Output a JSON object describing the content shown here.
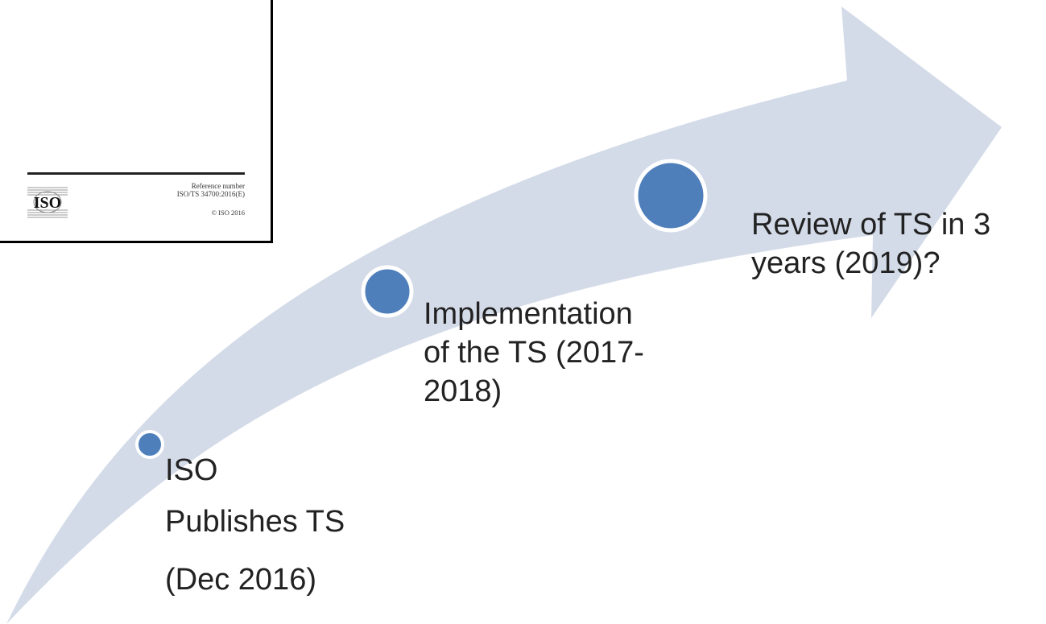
{
  "cover": {
    "logo_text": "ISO",
    "reference_label": "Reference number",
    "reference_number": "ISO/TS 34700:2016(E)",
    "copyright": "© ISO 2016"
  },
  "timeline": {
    "arrow_color": "#d4dbe8",
    "dot_color": "#4f7fbb",
    "dot_border_color": "#ffffff",
    "milestones": [
      {
        "lines": [
          "ISO",
          "Publishes TS",
          "(Dec 2016)"
        ]
      },
      {
        "lines": [
          "Implementation",
          "of the TS (2017-",
          "2018)"
        ]
      },
      {
        "lines": [
          "Review of TS in 3",
          "years (2019)?"
        ]
      }
    ]
  }
}
